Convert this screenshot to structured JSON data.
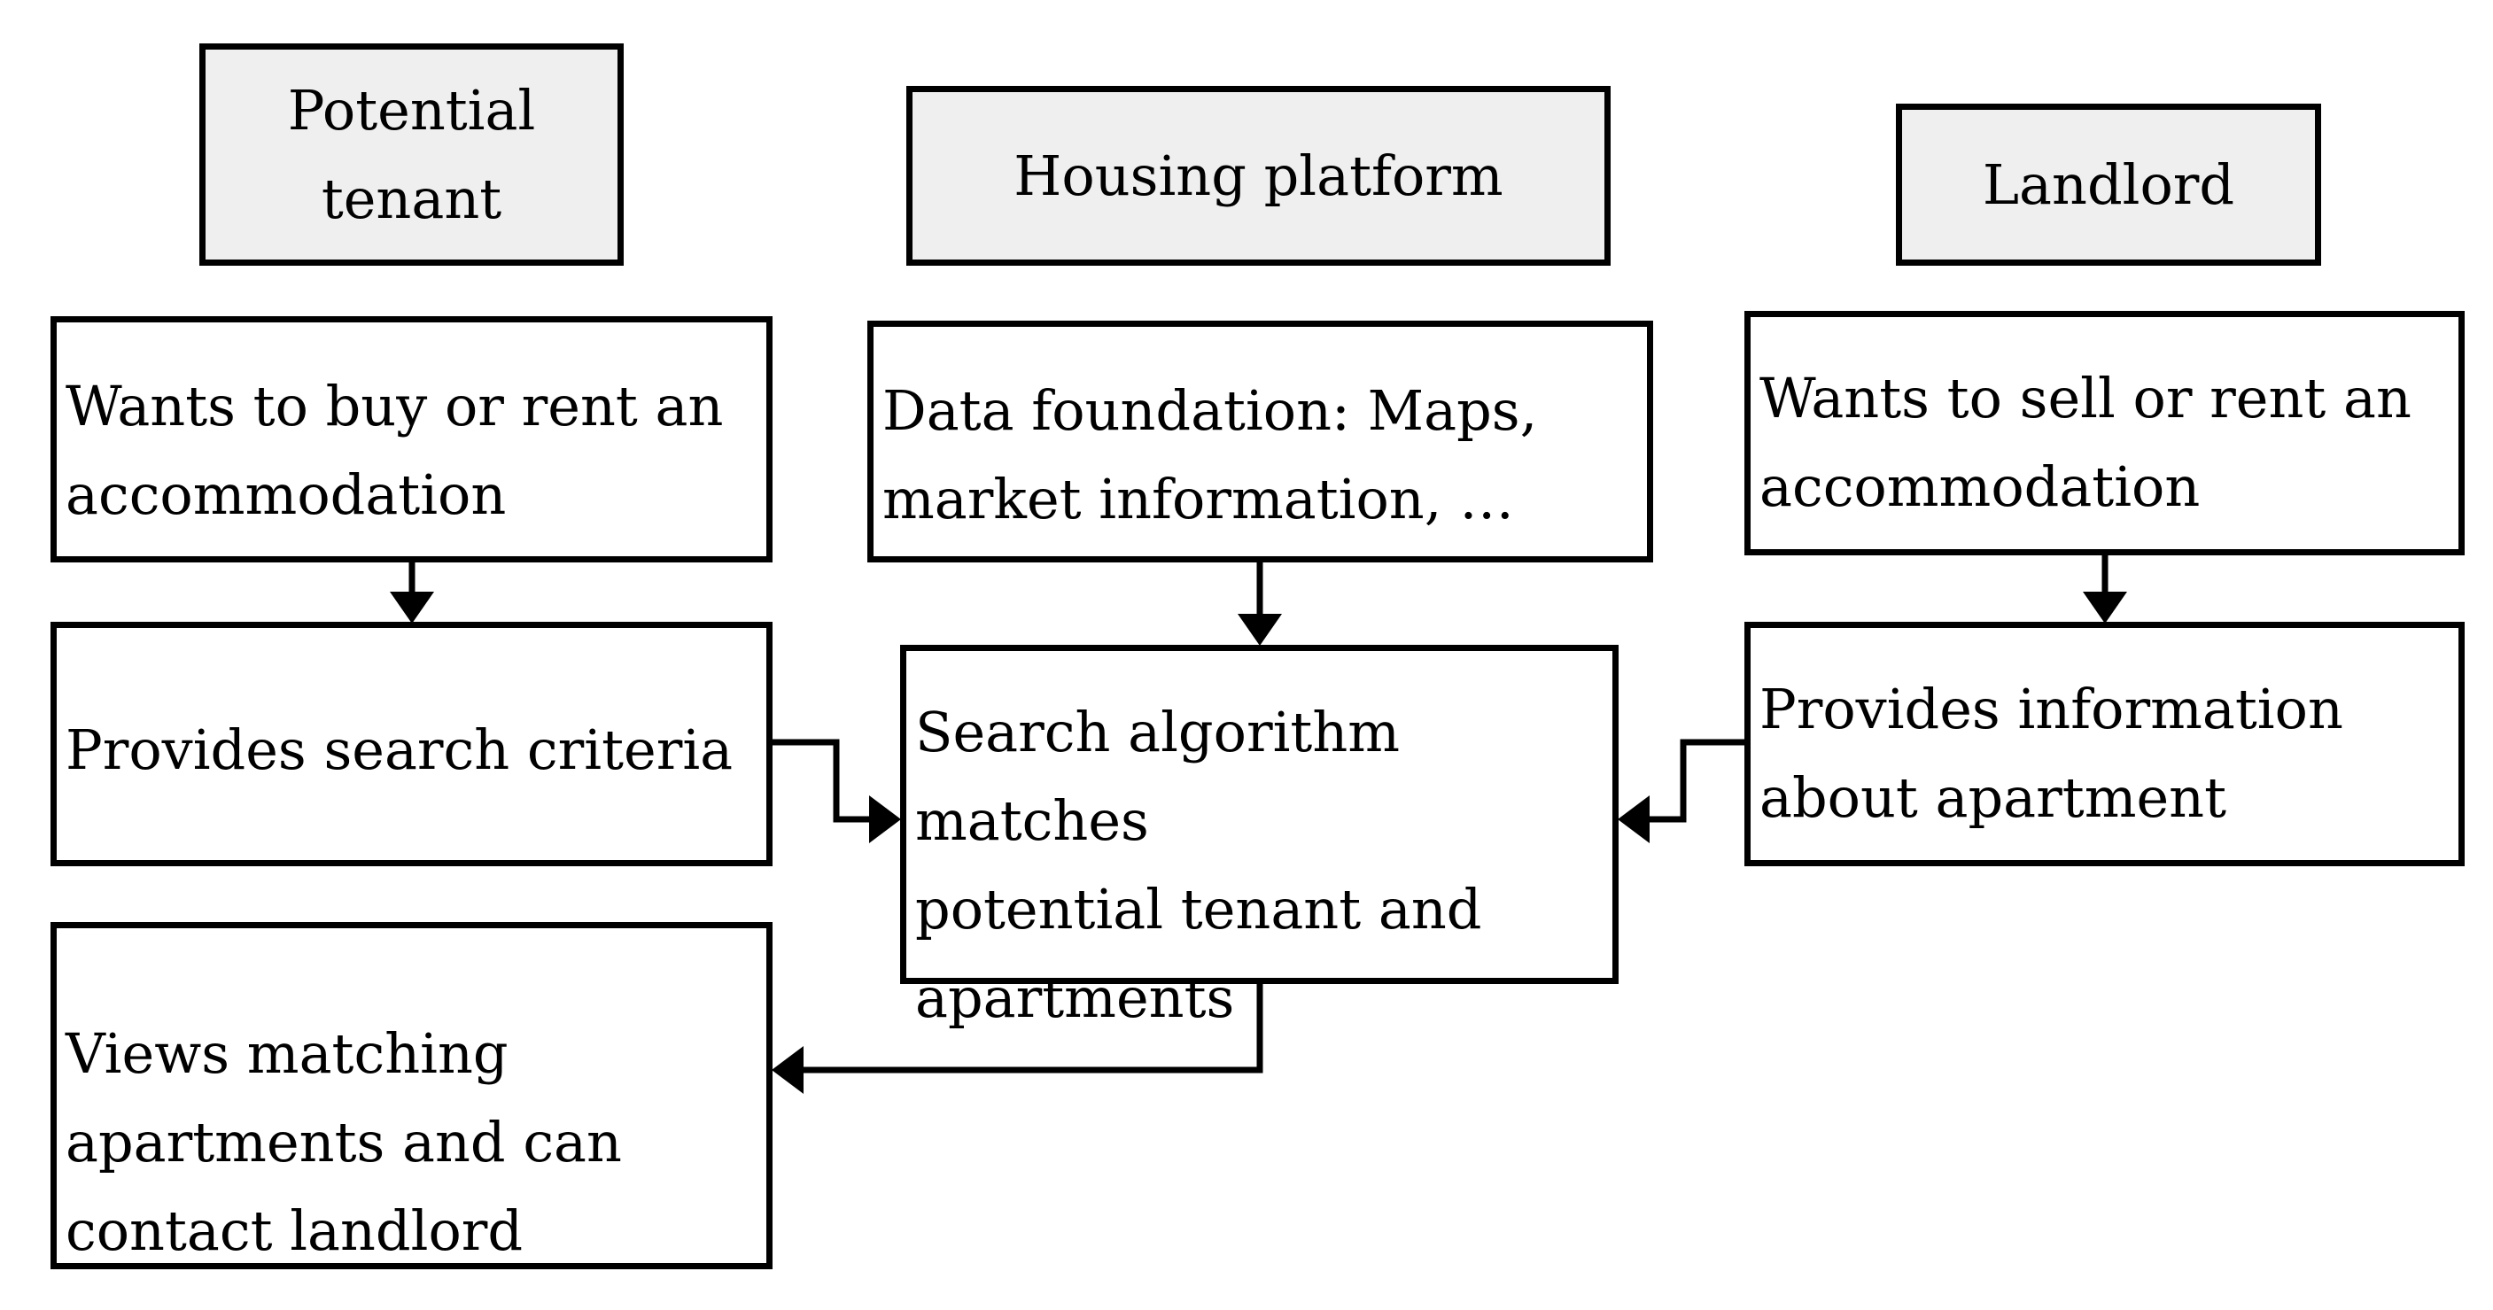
{
  "headers": {
    "tenant": "Potential\ntenant",
    "platform": "Housing platform",
    "landlord": "Landlord"
  },
  "tenant_column": {
    "wants": "Wants to buy or rent an\naccommodation",
    "criteria": "Provides search criteria",
    "views": "Views matching\napartments and can\ncontact landlord"
  },
  "platform_column": {
    "data": "Data foundation: Maps,\nmarket information, …",
    "search": "Search algorithm matches\npotential tenant and\napartments"
  },
  "landlord_column": {
    "wants": "Wants to sell or rent an\naccommodation",
    "info": "Provides information\nabout apartment"
  },
  "colors": {
    "header_fill": "#efefef",
    "stroke": "#000000"
  }
}
